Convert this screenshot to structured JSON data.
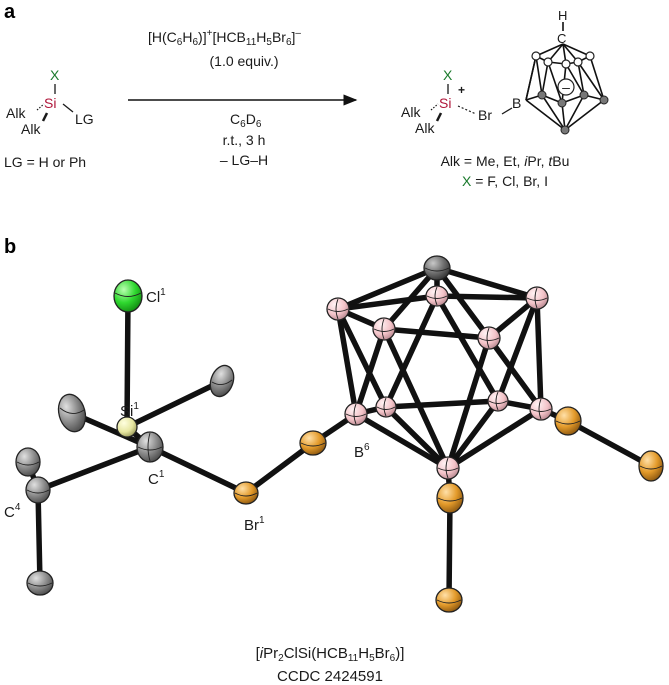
{
  "panel_a": {
    "label": "a",
    "reactant": {
      "x_label": "X",
      "si_label": "Si",
      "alk_top": "Alk",
      "alk_bottom": "Alk",
      "lg_label": "LG",
      "lg_definition": "LG = H or Ph"
    },
    "reagent": {
      "line1_prefix": "[H(C",
      "line1_sub1": "6",
      "line1_mid1": "H",
      "line1_sub2": "6",
      "line1_mid2": ")]",
      "line1_sup": "+",
      "line1_mid3": "[HCB",
      "line1_sub3": "11",
      "line1_mid4": "H",
      "line1_sub4": "5",
      "line1_mid5": "Br",
      "line1_sub5": "6",
      "line1_mid6": "]",
      "line1_sup2": "–",
      "line2": "(1.0 equiv.)",
      "solvent_main": "C",
      "solvent_sub1": "6",
      "solvent_mid": "D",
      "solvent_sub2": "6",
      "conditions": "r.t., 3 h",
      "byproduct": "– LG–H"
    },
    "product": {
      "x_label": "X",
      "si_label": "Si",
      "charge": "+",
      "alk_top": "Alk",
      "alk_bottom": "Alk",
      "br_label": "Br",
      "b_label": "B",
      "h_label": "H",
      "c_label": "C",
      "cage_charge": "–",
      "alk_def_prefix": "Alk = Me, Et, ",
      "alk_def_i": "i",
      "alk_def_mid": "Pr, ",
      "alk_def_t": "t",
      "alk_def_end": "Bu",
      "x_def_x": "X",
      "x_def_rest": " = F, Cl, Br, I"
    }
  },
  "panel_b": {
    "label": "b",
    "atom_labels": {
      "cl": "Cl",
      "cl_sup": "1",
      "si": "Si",
      "si_sup": "1",
      "c1": "C",
      "c1_sup": "1",
      "c4": "C",
      "c4_sup": "4",
      "br": "Br",
      "br_sup": "1",
      "b": "B",
      "b_sup": "6"
    },
    "formula": {
      "open": "[",
      "i": "i",
      "pr": "Pr",
      "sub2": "2",
      "clsi": "ClSi(HCB",
      "sub11": "11",
      "h": "H",
      "sub5": "5",
      "br": "Br",
      "sub6": "6",
      "close": ")]"
    },
    "ccdc": "CCDC 2424591",
    "colors": {
      "chlorine": "#2fd82f",
      "silicon": "#e6e6a0",
      "carbon": "#8c8c8c",
      "bromine": "#e39a2a",
      "boron": "#f3c3c8",
      "cage_carbon": "#6f6f6f"
    }
  }
}
